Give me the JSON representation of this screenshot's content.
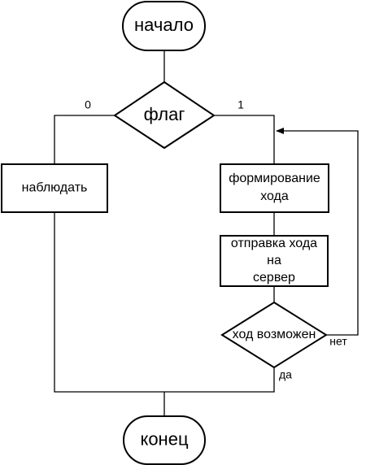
{
  "nodes": {
    "start": "начало",
    "flag": "флаг",
    "observe": "наблюдать",
    "form_move_line1": "формирование",
    "form_move_line2": "хода",
    "send_move_line1": "отправка хода",
    "send_move_line2": "на",
    "send_move_line3": "сервер",
    "move_possible": "ход возможен",
    "end": "конец"
  },
  "edges": {
    "flag_no": "0",
    "flag_yes": "1",
    "possible_no": "нет",
    "possible_yes": "да"
  }
}
